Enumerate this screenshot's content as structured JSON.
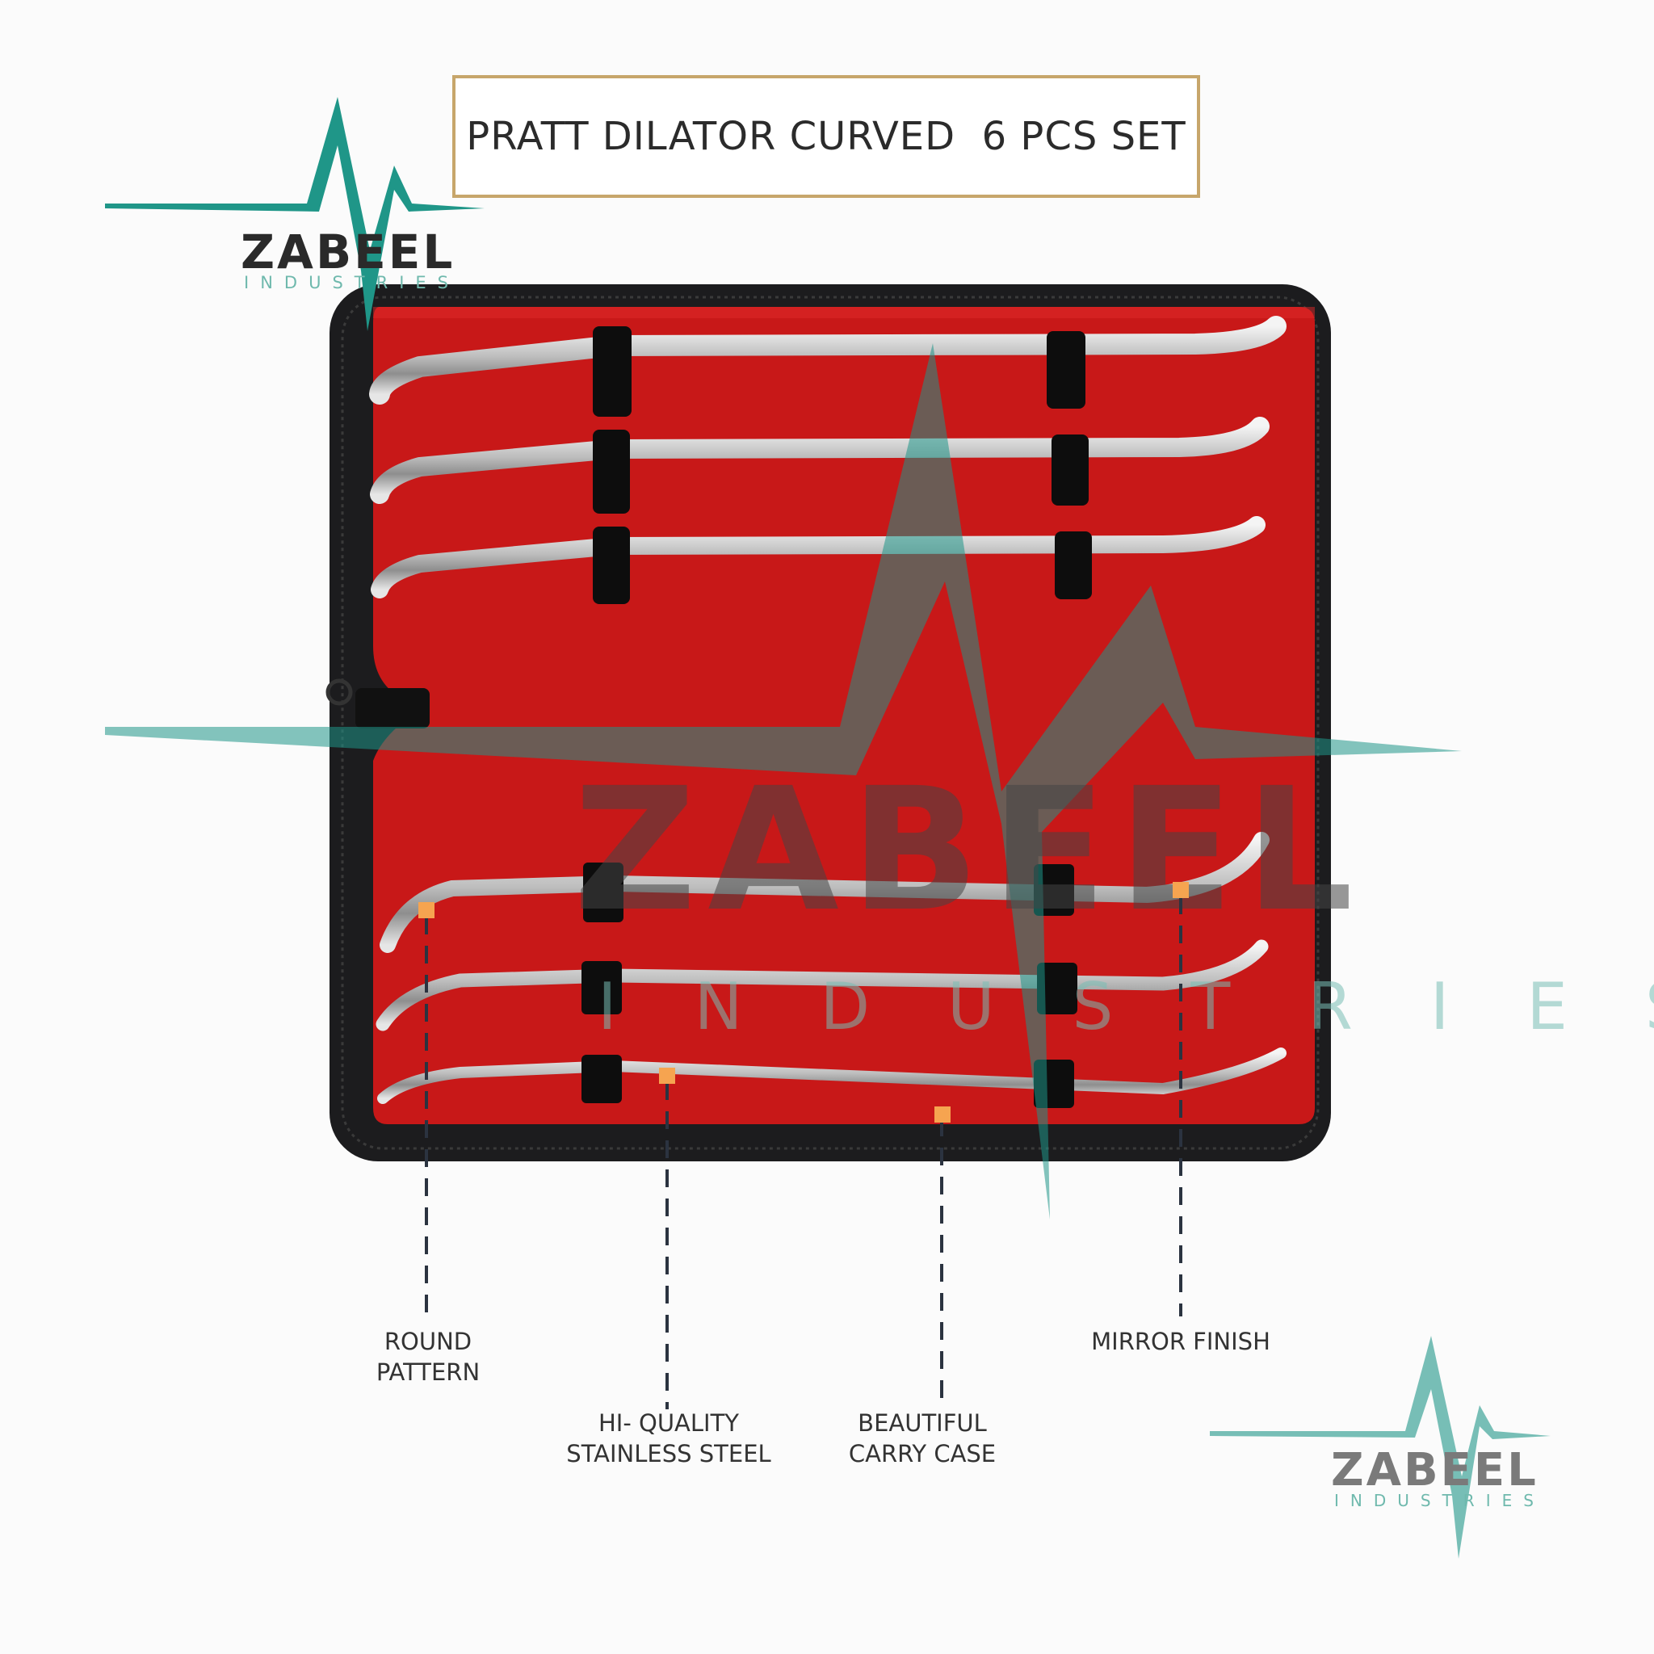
{
  "title": "PRATT DILATOR CURVED  6 PCS SET",
  "brand": {
    "name": "ZABEEL",
    "subtitle": "INDUSTRIES",
    "accent_color": "#1f9688",
    "icon": "heartbeat-line-icon"
  },
  "product": {
    "case_color": "#1c1c1e",
    "lining_color": "#c81818",
    "instrument_count": 6
  },
  "callouts": [
    {
      "id": "round",
      "lines": [
        "ROUND",
        "PATTERN"
      ]
    },
    {
      "id": "steel",
      "lines": [
        "HI- QUALITY",
        "STAINLESS STEEL"
      ]
    },
    {
      "id": "case",
      "lines": [
        "BEAUTIFUL",
        "CARRY CASE"
      ]
    },
    {
      "id": "mirror",
      "lines": [
        "MIRROR FINISH"
      ]
    }
  ],
  "marker_color": "#f6a450"
}
